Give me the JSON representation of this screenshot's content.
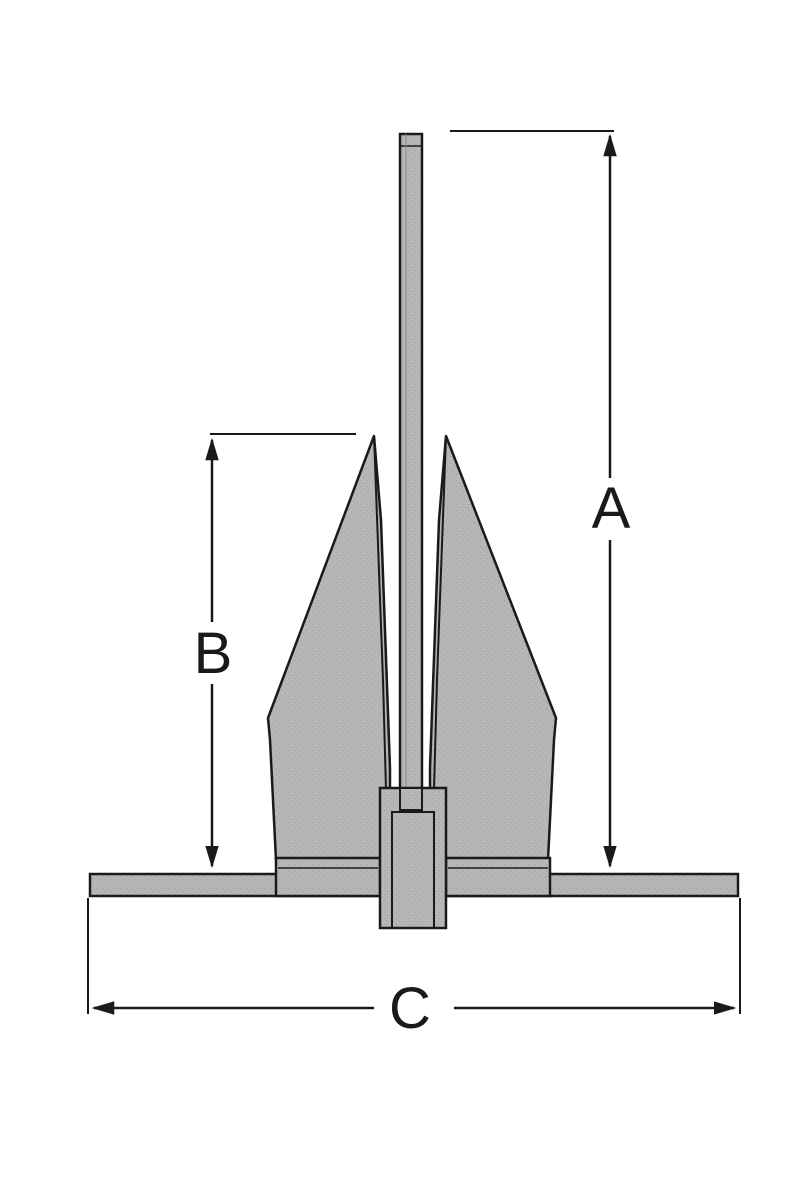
{
  "diagram": {
    "colors": {
      "line": "#1a1a1a",
      "metal": "#b3b3b3",
      "metal_dark": "#9a9a9a",
      "background": "#ffffff"
    },
    "dimensions": {
      "a_label": "A",
      "b_label": "B",
      "c_label": "C"
    }
  }
}
